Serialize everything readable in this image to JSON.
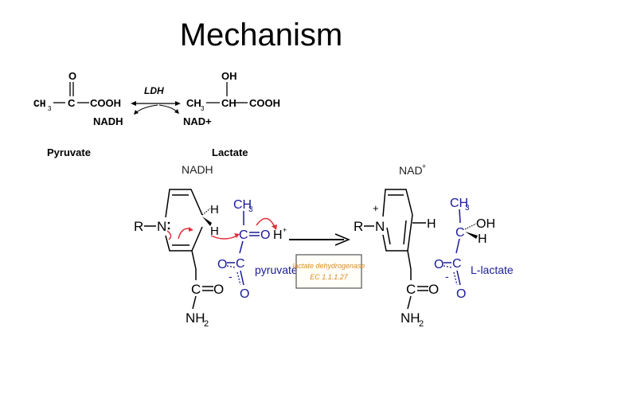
{
  "title": "Mechanism",
  "top_equation": {
    "enzyme": "LDH",
    "cofactor_in": "NADH",
    "cofactor_out": "NAD+",
    "reactant": {
      "name": "Pyruvate",
      "ch3": "CH",
      "sub3": "3",
      "c": "C",
      "cooh": "COOH",
      "o": "O"
    },
    "product": {
      "name": "Lactate",
      "ch3": "CH",
      "sub3": "3",
      "ch": "CH",
      "cooh": "COOH",
      "oh": "OH"
    }
  },
  "mechanism": {
    "left_cofactor_label": "NADH",
    "right_cofactor_label": "NAD",
    "right_cofactor_sup": "+",
    "r": "R",
    "n": "N",
    "h": "H",
    "c": "C",
    "o": "O",
    "nh": "NH",
    "sub2": "2",
    "ch": "CH",
    "sub3": "3",
    "hplus": "H",
    "plus": "+",
    "minus": "-",
    "oh": "OH",
    "pyruvate_label": "pyruvate",
    "lactate_label": "L-lactate",
    "enzyme_box": {
      "line1": "lactate dehydrogenase",
      "line2": "EC 1.1.1.27"
    }
  },
  "colors": {
    "black": "#000000",
    "blue": "#1a1a99",
    "red": "#e0303a",
    "orange": "#e08a1e",
    "box_border": "#555555"
  }
}
